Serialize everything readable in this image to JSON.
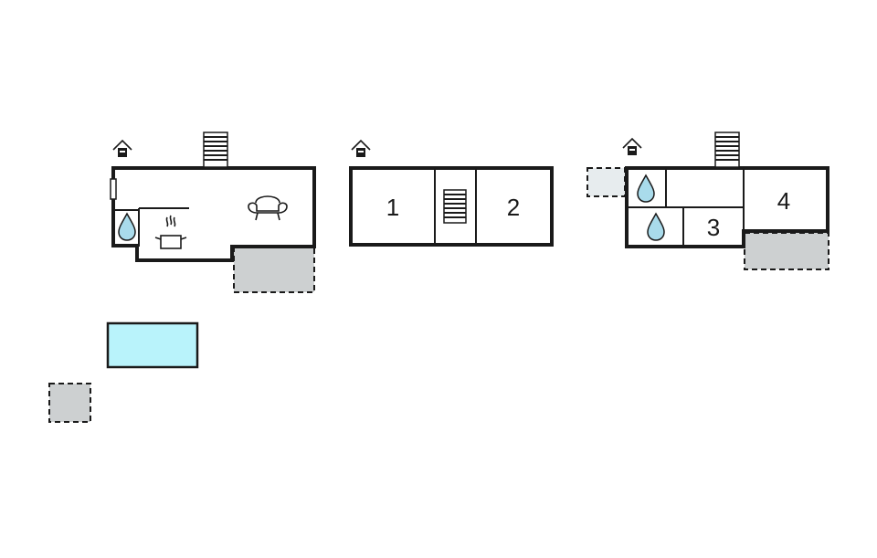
{
  "floor_plan": {
    "rooms": [
      {
        "id": "room-1",
        "label": "1"
      },
      {
        "id": "room-2",
        "label": "2"
      },
      {
        "id": "room-3",
        "label": "3"
      },
      {
        "id": "room-4",
        "label": "4"
      }
    ],
    "icons": {
      "entrance": "house-entrance-icon",
      "stairs": "stairs-icon",
      "bathroom": "water-drop-icon",
      "kitchen": "cooking-pot-icon",
      "living": "sofa-icon"
    },
    "colors": {
      "wall": "#1a1a1a",
      "terrace": "#cdd0d1",
      "terrace_light": "#e7ecee",
      "pool": "#b9f3fb",
      "water_drop": "#a9dbeb"
    }
  }
}
